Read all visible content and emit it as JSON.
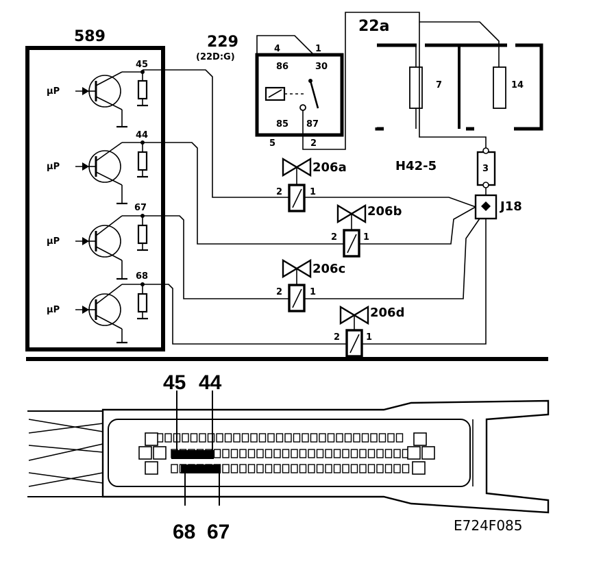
{
  "ecu": {
    "label": "589",
    "input_label": "µP",
    "pins": [
      "45",
      "44",
      "67",
      "68"
    ]
  },
  "relay": {
    "label": "229",
    "sublabel": "(22D:G)",
    "pin_4": "4",
    "pin_1": "1",
    "pin_86": "86",
    "pin_30": "30",
    "pin_85": "85",
    "pin_87": "87",
    "pin_5": "5",
    "pin_2": "2"
  },
  "fusebox": {
    "label": "22a",
    "fuses": [
      "7",
      "14"
    ]
  },
  "connector_h42": {
    "label": "H42-5",
    "pin": "3"
  },
  "junction": {
    "label": "J18"
  },
  "valves": [
    {
      "label": "206a",
      "pin_a": "2",
      "pin_b": "1"
    },
    {
      "label": "206b",
      "pin_a": "2",
      "pin_b": "1"
    },
    {
      "label": "206c",
      "pin_a": "2",
      "pin_b": "1"
    },
    {
      "label": "206d",
      "pin_a": "2",
      "pin_b": "1"
    }
  ],
  "connector_view": {
    "top_pins": [
      "45",
      "44"
    ],
    "bottom_pins": [
      "68",
      "67"
    ]
  },
  "figure_code": "E724F085"
}
